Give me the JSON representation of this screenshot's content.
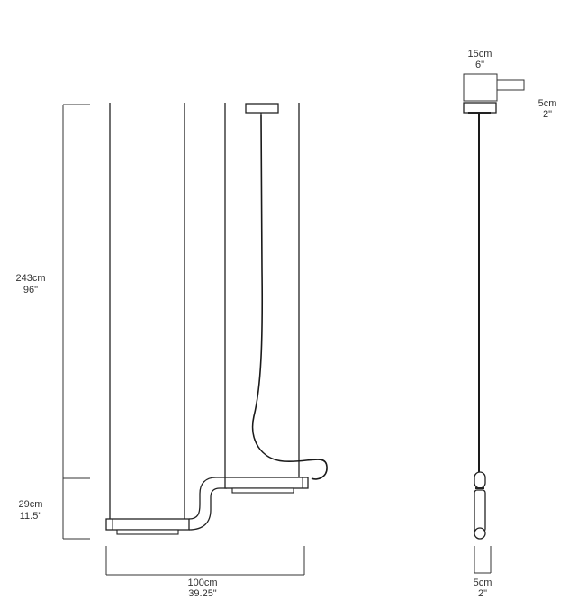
{
  "dimensions": {
    "total_height_cm": "243cm",
    "total_height_in": "96\"",
    "body_height_cm": "29cm",
    "body_height_in": "11.5\"",
    "width_cm": "100cm",
    "width_in": "39.25\"",
    "canopy_width_cm": "15cm",
    "canopy_width_in": "6\"",
    "canopy_depth_cm": "5cm",
    "canopy_depth_in": "2\"",
    "body_depth_cm": "5cm",
    "body_depth_in": "2\""
  }
}
